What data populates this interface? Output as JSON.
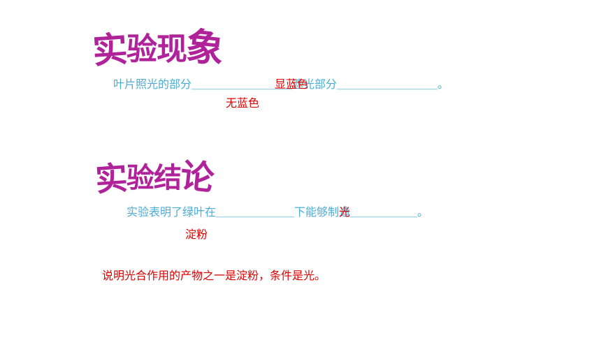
{
  "section1": {
    "title": [
      "实",
      "验",
      "现",
      "象"
    ],
    "sentence": "叶片照光的部分＿＿＿＿＿＿＿＿＿遮光部分＿＿＿＿＿＿＿＿＿。",
    "answer_1": "显蓝色",
    "answer_2": "无蓝色"
  },
  "section2": {
    "title": [
      "实",
      "验",
      "结",
      "论"
    ],
    "sentence": "实验表明了绿叶在＿＿＿＿＿＿＿下能够制造＿＿＿＿＿＿。",
    "answer_1": "淀粉",
    "answer_2": "光"
  },
  "note": "说明光合作用的产物之一是淀粉，条件是光。",
  "colors": {
    "heading": "#b0229a",
    "question_text": "#4bacd8",
    "answer_text": "#e00000"
  }
}
